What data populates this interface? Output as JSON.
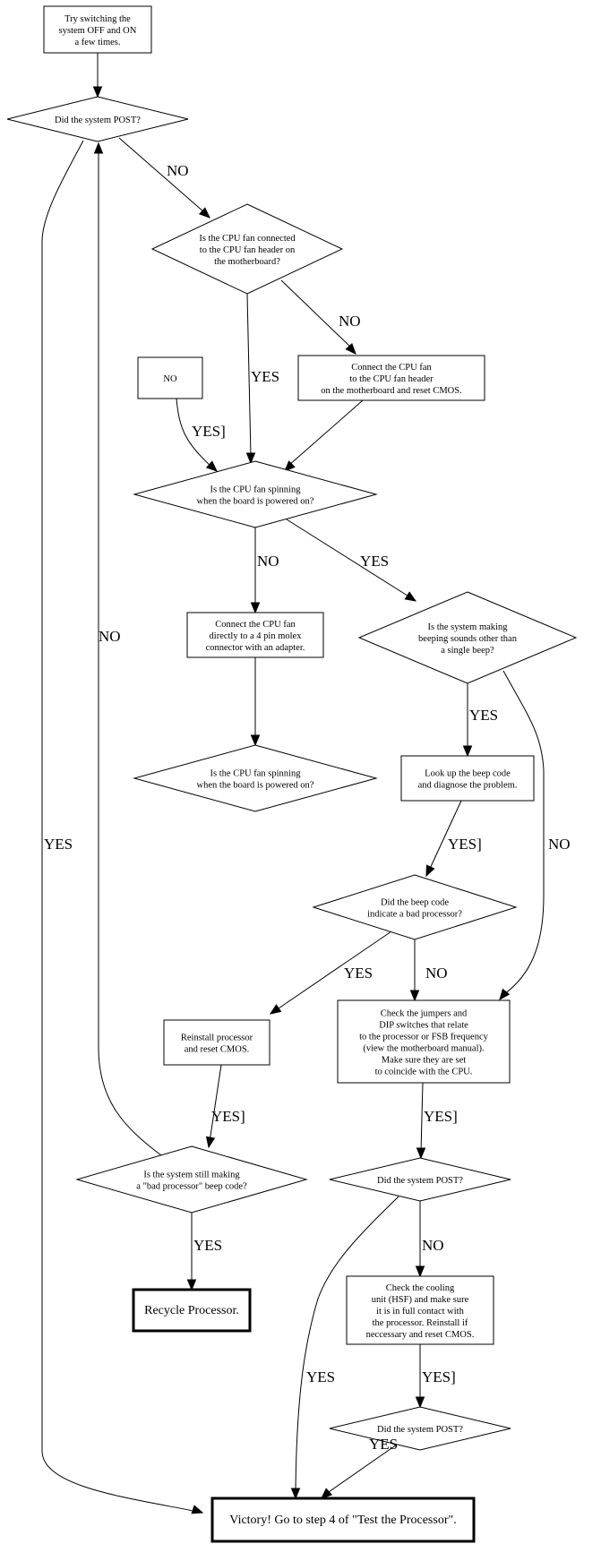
{
  "diagram": {
    "title": "Processor troubleshooting flowchart",
    "nodes": [
      {
        "id": "start",
        "kind": "box",
        "lines": [
          "Try switching the",
          "system OFF and ON",
          "a few times."
        ]
      },
      {
        "id": "post1",
        "kind": "diamond",
        "lines": [
          "Did the system POST?"
        ]
      },
      {
        "id": "fan_connected",
        "kind": "diamond",
        "lines": [
          "Is the CPU fan connected",
          "to the CPU fan header on",
          "the motherboard?"
        ]
      },
      {
        "id": "no_box",
        "kind": "box",
        "lines": [
          "NO"
        ]
      },
      {
        "id": "connect_fan_header",
        "kind": "box",
        "lines": [
          "Connect the CPU fan",
          "to the CPU fan header",
          "on the motherboard and reset CMOS."
        ]
      },
      {
        "id": "fan_spinning1",
        "kind": "diamond",
        "lines": [
          "Is the CPU fan spinning",
          "when the board is powered on?"
        ]
      },
      {
        "id": "connect_molex",
        "kind": "box",
        "lines": [
          "Connect the CPU fan",
          "directly to a 4 pin molex",
          "connector with an adapter."
        ]
      },
      {
        "id": "beeping",
        "kind": "diamond",
        "lines": [
          "Is the system making",
          "beeping sounds other than",
          "a single beep?"
        ]
      },
      {
        "id": "fan_spinning2",
        "kind": "diamond",
        "lines": [
          "Is the CPU fan spinning",
          "when the board is powered on?"
        ]
      },
      {
        "id": "lookup_beep",
        "kind": "box",
        "lines": [
          "Look up the beep code",
          "and diagnose the problem."
        ]
      },
      {
        "id": "bad_processor",
        "kind": "diamond",
        "lines": [
          "Did the beep code",
          "indicate a bad processor?"
        ]
      },
      {
        "id": "reinstall",
        "kind": "box",
        "lines": [
          "Reinstall processor",
          "and reset CMOS."
        ]
      },
      {
        "id": "check_jumpers",
        "kind": "box",
        "lines": [
          "Check the jumpers and",
          "DIP switches that relate",
          "to the processor or FSB frequency",
          "(view the motherboard manual).",
          "Make sure they are set",
          "to coincide with the CPU."
        ]
      },
      {
        "id": "still_bad",
        "kind": "diamond",
        "lines": [
          "Is the system still making",
          "a \"bad processor\" beep code?"
        ]
      },
      {
        "id": "post2",
        "kind": "diamond",
        "lines": [
          "Did the system POST?"
        ]
      },
      {
        "id": "recycle",
        "kind": "terminal",
        "lines": [
          "Recycle Processor."
        ]
      },
      {
        "id": "check_cooling",
        "kind": "box",
        "lines": [
          "Check the cooling",
          "unit (HSF) and make sure",
          "it is in full contact with",
          "the processor. Reinstall if",
          "neccessary and reset CMOS."
        ]
      },
      {
        "id": "post3",
        "kind": "diamond",
        "lines": [
          "Did the system POST?"
        ]
      },
      {
        "id": "victory",
        "kind": "terminal",
        "lines": [
          "Victory! Go to step 4 of \"Test the Processor\"."
        ]
      }
    ],
    "edges": [
      {
        "from": "start",
        "to": "post1",
        "label": ""
      },
      {
        "from": "post1",
        "to": "fan_connected",
        "label": "NO"
      },
      {
        "from": "post1",
        "to": "victory",
        "label": "YES"
      },
      {
        "from": "fan_connected",
        "to": "connect_fan_header",
        "label": "NO"
      },
      {
        "from": "fan_connected",
        "to": "fan_spinning1",
        "label": "YES"
      },
      {
        "from": "no_box",
        "to": "fan_spinning1",
        "label": "YES]"
      },
      {
        "from": "connect_fan_header",
        "to": "fan_spinning1",
        "label": ""
      },
      {
        "from": "fan_spinning1",
        "to": "connect_molex",
        "label": "NO"
      },
      {
        "from": "fan_spinning1",
        "to": "beeping",
        "label": "YES"
      },
      {
        "from": "connect_molex",
        "to": "fan_spinning2",
        "label": ""
      },
      {
        "from": "beeping",
        "to": "lookup_beep",
        "label": "YES"
      },
      {
        "from": "beeping",
        "to": "check_jumpers",
        "label": "NO"
      },
      {
        "from": "lookup_beep",
        "to": "bad_processor",
        "label": "YES]"
      },
      {
        "from": "bad_processor",
        "to": "reinstall",
        "label": "YES"
      },
      {
        "from": "bad_processor",
        "to": "check_jumpers",
        "label": "NO"
      },
      {
        "from": "reinstall",
        "to": "still_bad",
        "label": "YES]"
      },
      {
        "from": "still_bad",
        "to": "post1",
        "label": "NO"
      },
      {
        "from": "still_bad",
        "to": "recycle",
        "label": "YES"
      },
      {
        "from": "check_jumpers",
        "to": "post2",
        "label": "YES]"
      },
      {
        "from": "post2",
        "to": "check_cooling",
        "label": "NO"
      },
      {
        "from": "post2",
        "to": "victory",
        "label": "YES"
      },
      {
        "from": "check_cooling",
        "to": "post3",
        "label": "YES]"
      },
      {
        "from": "post3",
        "to": "victory",
        "label": "YES"
      }
    ]
  }
}
